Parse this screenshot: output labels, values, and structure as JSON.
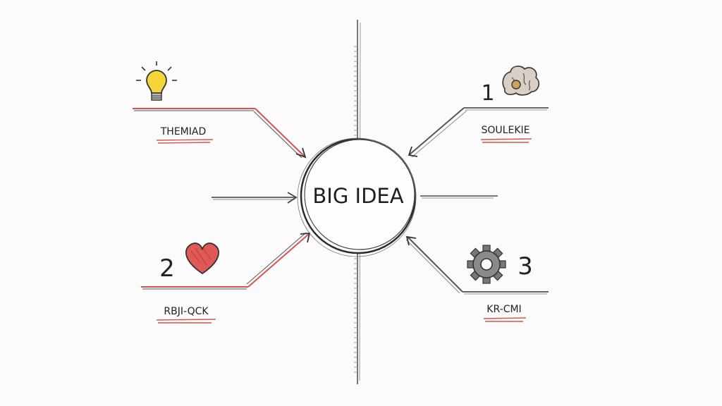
{
  "center": {
    "label": "BIG IDEA"
  },
  "branches": {
    "top_left": {
      "label": "THEMIAD",
      "icon": "lightbulb-icon"
    },
    "top_right": {
      "number": "1",
      "label": "SOULEKIE",
      "icon": "brain-icon"
    },
    "bottom_left": {
      "number": "2",
      "label": "RBJI-QCK",
      "icon": "heart-icon"
    },
    "bottom_right": {
      "number": "3",
      "label": "KR-CMI",
      "icon": "gear-icon"
    }
  },
  "colors": {
    "ink": "#2b2b2b",
    "pencil": "#6f6f6f",
    "red_accent": "#d9534f",
    "heart_fill": "#e05a55",
    "bulb_fill": "#f5d63a",
    "paper": "#fbfbfb"
  }
}
